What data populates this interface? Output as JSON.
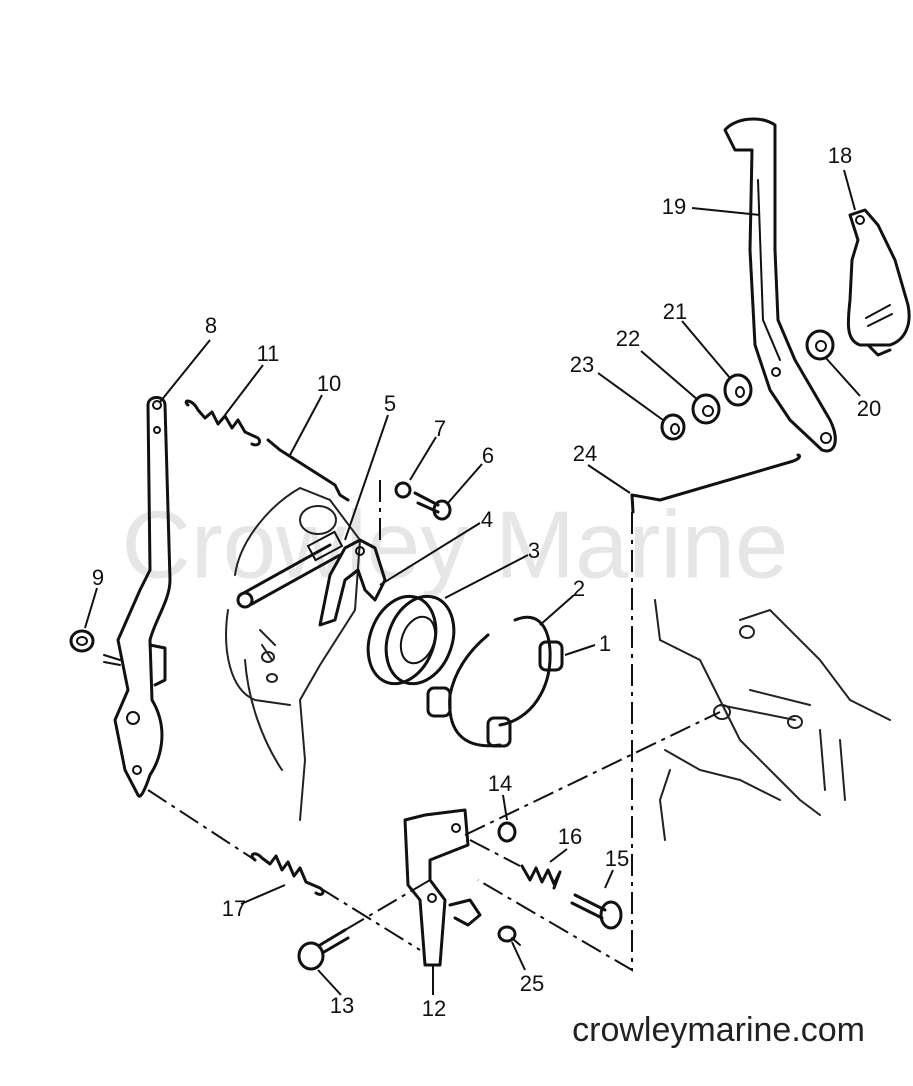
{
  "watermark": "Crowley Marine",
  "site_url": "crowleymarine.com",
  "callouts": [
    {
      "id": "1",
      "label": "1"
    },
    {
      "id": "2",
      "label": "2"
    },
    {
      "id": "3",
      "label": "3"
    },
    {
      "id": "4",
      "label": "4"
    },
    {
      "id": "5",
      "label": "5"
    },
    {
      "id": "6",
      "label": "6"
    },
    {
      "id": "7",
      "label": "7"
    },
    {
      "id": "8",
      "label": "8"
    },
    {
      "id": "9",
      "label": "9"
    },
    {
      "id": "10",
      "label": "10"
    },
    {
      "id": "11",
      "label": "11"
    },
    {
      "id": "12",
      "label": "12"
    },
    {
      "id": "13",
      "label": "13"
    },
    {
      "id": "14",
      "label": "14"
    },
    {
      "id": "15",
      "label": "15"
    },
    {
      "id": "16",
      "label": "16"
    },
    {
      "id": "17",
      "label": "17"
    },
    {
      "id": "18",
      "label": "18"
    },
    {
      "id": "19",
      "label": "19"
    },
    {
      "id": "20",
      "label": "20"
    },
    {
      "id": "21",
      "label": "21"
    },
    {
      "id": "22",
      "label": "22"
    },
    {
      "id": "23",
      "label": "23"
    },
    {
      "id": "24",
      "label": "24"
    },
    {
      "id": "25",
      "label": "25"
    }
  ]
}
